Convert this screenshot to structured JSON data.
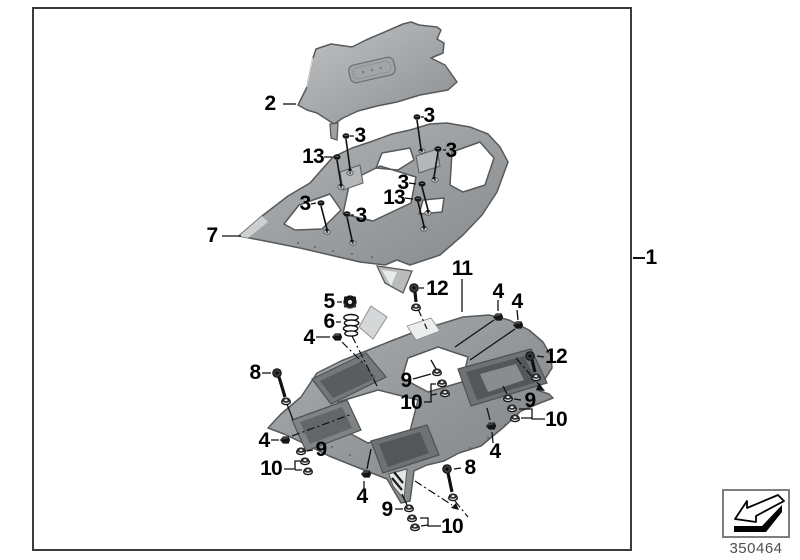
{
  "drawing": {
    "frame_ref": "1",
    "image_number": "350464",
    "type": "exploded-parts-diagram",
    "subject": "luggage rack carrier assembly"
  },
  "labels": {
    "n1": "1",
    "n2": "2",
    "n3": "3",
    "n4": "4",
    "n5": "5",
    "n6": "6",
    "n7": "7",
    "n8": "8",
    "n9": "9",
    "n10": "10",
    "n11": "11",
    "n12": "12",
    "n13": "13"
  },
  "icons": {
    "direction_arrow": "direction-of-travel-arrow"
  },
  "colors": {
    "frame_line": "#3b3b3b",
    "callout_text": "#000000",
    "footer_text": "#4f4f4f",
    "part_gray": "#9a9da0"
  }
}
